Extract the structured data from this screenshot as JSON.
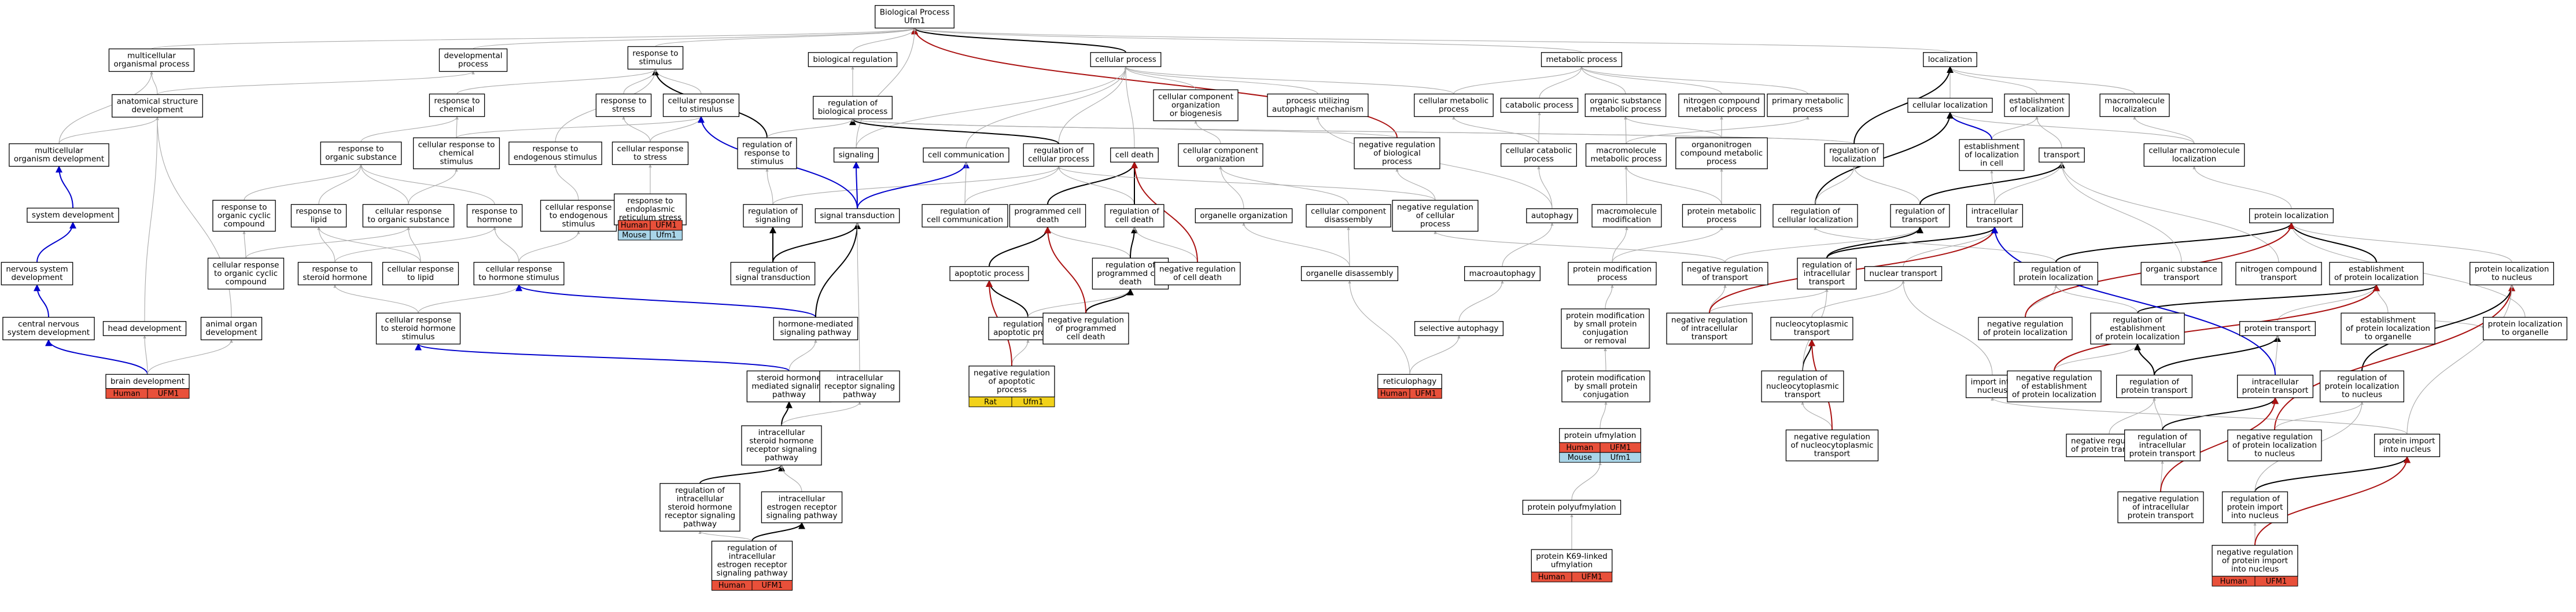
{
  "colors": {
    "node_border": "#000000",
    "edge_gray": "#aaaaaa",
    "edge_black": "#000000",
    "edge_blue": "#0000cc",
    "edge_red": "#aa1111",
    "human_bg": "#e8503a",
    "mouse_bg": "#a9d5e8",
    "rat_bg": "#f2d21a"
  },
  "nodes": [
    {
      "id": "bp",
      "lines": [
        "Biological Process",
        "Ufm1"
      ]
    },
    {
      "id": "mop",
      "lines": [
        "multicellular",
        "organismal process"
      ]
    },
    {
      "id": "devp",
      "lines": [
        "developmental",
        "process"
      ]
    },
    {
      "id": "rts",
      "lines": [
        "response to",
        "stimulus"
      ]
    },
    {
      "id": "bioreg",
      "lines": [
        "biological regulation"
      ]
    },
    {
      "id": "cellp",
      "lines": [
        "cellular process"
      ]
    },
    {
      "id": "metp",
      "lines": [
        "metabolic process"
      ]
    },
    {
      "id": "loc",
      "lines": [
        "localization"
      ]
    },
    {
      "id": "asd",
      "lines": [
        "anatomical structure",
        "development"
      ]
    },
    {
      "id": "rtc",
      "lines": [
        "response to",
        "chemical"
      ]
    },
    {
      "id": "rtstr",
      "lines": [
        "response to",
        "stress"
      ]
    },
    {
      "id": "crts",
      "lines": [
        "cellular response",
        "to stimulus"
      ]
    },
    {
      "id": "rrts",
      "lines": [
        "regulation of",
        "response to",
        "stimulus"
      ]
    },
    {
      "id": "rbp",
      "lines": [
        "regulation of",
        "biological process"
      ]
    },
    {
      "id": "ccob",
      "lines": [
        "cellular component",
        "organization",
        "or biogenesis"
      ]
    },
    {
      "id": "puam",
      "lines": [
        "process utilizing",
        "autophagic mechanism"
      ]
    },
    {
      "id": "cmp",
      "lines": [
        "cellular metabolic",
        "process"
      ]
    },
    {
      "id": "catp",
      "lines": [
        "catabolic process"
      ]
    },
    {
      "id": "osmp",
      "lines": [
        "organic substance",
        "metabolic process"
      ]
    },
    {
      "id": "ncmp",
      "lines": [
        "nitrogen compound",
        "metabolic process"
      ]
    },
    {
      "id": "pmp",
      "lines": [
        "primary metabolic",
        "process"
      ]
    },
    {
      "id": "cloc",
      "lines": [
        "cellular localization"
      ]
    },
    {
      "id": "eol",
      "lines": [
        "establishment",
        "of localization"
      ]
    },
    {
      "id": "mloc",
      "lines": [
        "macromolecule",
        "localization"
      ]
    },
    {
      "id": "mod",
      "lines": [
        "multicellular",
        "organism development"
      ]
    },
    {
      "id": "rtos",
      "lines": [
        "response to",
        "organic substance"
      ]
    },
    {
      "id": "crtc",
      "lines": [
        "cellular response to",
        "chemical",
        "stimulus"
      ]
    },
    {
      "id": "rtes",
      "lines": [
        "response to",
        "endogenous stimulus"
      ]
    },
    {
      "id": "crts2",
      "lines": [
        "cellular response",
        "to stress"
      ]
    },
    {
      "id": "sig",
      "lines": [
        "signaling"
      ]
    },
    {
      "id": "ccomm",
      "lines": [
        "cell communication"
      ]
    },
    {
      "id": "rcp",
      "lines": [
        "regulation of",
        "cellular process"
      ]
    },
    {
      "id": "cdeath",
      "lines": [
        "cell death"
      ]
    },
    {
      "id": "cco",
      "lines": [
        "cellular component",
        "organization"
      ]
    },
    {
      "id": "nrbp",
      "lines": [
        "negative regulation",
        "of biological",
        "process"
      ]
    },
    {
      "id": "ccp",
      "lines": [
        "cellular catabolic",
        "process"
      ]
    },
    {
      "id": "omcmp",
      "lines": [
        "organonitrogen",
        "compound metabolic",
        "process"
      ]
    },
    {
      "id": "mmp",
      "lines": [
        "macromolecule",
        "metabolic process"
      ]
    },
    {
      "id": "rol",
      "lines": [
        "regulation of",
        "localization"
      ]
    },
    {
      "id": "eolc",
      "lines": [
        "establishment",
        "of localization",
        "in cell"
      ]
    },
    {
      "id": "transport",
      "lines": [
        "transport"
      ]
    },
    {
      "id": "cml",
      "lines": [
        "cellular macromolecule",
        "localization"
      ]
    },
    {
      "id": "sd",
      "lines": [
        "system development"
      ]
    },
    {
      "id": "rtocc",
      "lines": [
        "response to",
        "organic cyclic",
        "compound"
      ]
    },
    {
      "id": "rtl",
      "lines": [
        "response to",
        "lipid"
      ]
    },
    {
      "id": "crtos",
      "lines": [
        "cellular response",
        "to organic substance"
      ]
    },
    {
      "id": "rth",
      "lines": [
        "response to",
        "hormone"
      ]
    },
    {
      "id": "crtes",
      "lines": [
        "cellular response",
        "to endogenous",
        "stimulus"
      ]
    },
    {
      "id": "rters",
      "lines": [
        "response to",
        "endoplasmic",
        "reticulum stress"
      ]
    },
    {
      "id": "ros",
      "lines": [
        "regulation of",
        "signaling"
      ]
    },
    {
      "id": "st",
      "lines": [
        "signal transduction"
      ]
    },
    {
      "id": "rocc",
      "lines": [
        "regulation of",
        "cell communication"
      ]
    },
    {
      "id": "pcd",
      "lines": [
        "programmed cell",
        "death"
      ]
    },
    {
      "id": "rocd",
      "lines": [
        "regulation of",
        "cell death"
      ]
    },
    {
      "id": "oo",
      "lines": [
        "organelle organization"
      ]
    },
    {
      "id": "ccd",
      "lines": [
        "cellular component",
        "disassembly"
      ]
    },
    {
      "id": "nrcp",
      "lines": [
        "negative regulation",
        "of cellular",
        "process"
      ]
    },
    {
      "id": "autophagy",
      "lines": [
        "autophagy"
      ]
    },
    {
      "id": "mmod",
      "lines": [
        "macromolecule",
        "modification"
      ]
    },
    {
      "id": "protmp",
      "lines": [
        "protein metabolic",
        "process"
      ]
    },
    {
      "id": "rcl",
      "lines": [
        "regulation of",
        "cellular localization"
      ]
    },
    {
      "id": "rot",
      "lines": [
        "regulation of",
        "transport"
      ]
    },
    {
      "id": "it",
      "lines": [
        "intracellular",
        "transport"
      ]
    },
    {
      "id": "protloc",
      "lines": [
        "protein localization"
      ]
    },
    {
      "id": "nsd",
      "lines": [
        "nervous system",
        "development"
      ]
    },
    {
      "id": "crtocc",
      "lines": [
        "cellular response",
        "to organic cyclic",
        "compound"
      ]
    },
    {
      "id": "rtsh",
      "lines": [
        "response to",
        "steroid hormone"
      ]
    },
    {
      "id": "crtl",
      "lines": [
        "cellular response",
        "to lipid"
      ]
    },
    {
      "id": "crth",
      "lines": [
        "cellular response",
        "to hormone stimulus"
      ]
    },
    {
      "id": "rost",
      "lines": [
        "regulation of",
        "signal transduction"
      ]
    },
    {
      "id": "ap",
      "lines": [
        "apoptotic process"
      ]
    },
    {
      "id": "ropcd",
      "lines": [
        "regulation of",
        "programmed cell",
        "death"
      ]
    },
    {
      "id": "nrocd",
      "lines": [
        "negative regulation",
        "of cell death"
      ]
    },
    {
      "id": "od",
      "lines": [
        "organelle disassembly"
      ]
    },
    {
      "id": "macroaut",
      "lines": [
        "macroautophagy"
      ]
    },
    {
      "id": "pmodp",
      "lines": [
        "protein modification",
        "process"
      ]
    },
    {
      "id": "nrot",
      "lines": [
        "negative regulation",
        "of transport"
      ]
    },
    {
      "id": "roit",
      "lines": [
        "regulation of",
        "intracellular",
        "transport"
      ]
    },
    {
      "id": "nt",
      "lines": [
        "nuclear transport"
      ]
    },
    {
      "id": "ropl",
      "lines": [
        "regulation of",
        "protein localization"
      ]
    },
    {
      "id": "ost",
      "lines": [
        "organic substance",
        "transport"
      ]
    },
    {
      "id": "nct",
      "lines": [
        "nitrogen compound",
        "transport"
      ]
    },
    {
      "id": "eopl",
      "lines": [
        "establishment",
        "of protein localization"
      ]
    },
    {
      "id": "pltn",
      "lines": [
        "protein localization",
        "to nucleus"
      ]
    },
    {
      "id": "pltorg",
      "lines": [
        "protein localization",
        "to organelle"
      ]
    },
    {
      "id": "cnsd",
      "lines": [
        "central nervous",
        "system development"
      ]
    },
    {
      "id": "hd",
      "lines": [
        "head development"
      ]
    },
    {
      "id": "aod",
      "lines": [
        "animal organ",
        "development"
      ]
    },
    {
      "id": "crtsh",
      "lines": [
        "cellular response",
        "to steroid hormone",
        "stimulus"
      ]
    },
    {
      "id": "hmsp",
      "lines": [
        "hormone-mediated",
        "signaling pathway"
      ]
    },
    {
      "id": "roap",
      "lines": [
        "regulation of",
        "apoptotic process"
      ]
    },
    {
      "id": "nropcd",
      "lines": [
        "negative regulation",
        "of programmed",
        "cell death"
      ]
    },
    {
      "id": "sa",
      "lines": [
        "selective autophagy"
      ]
    },
    {
      "id": "pmspc",
      "lines": [
        "protein modification",
        "by small protein",
        "conjugation",
        "or removal"
      ]
    },
    {
      "id": "nroit",
      "lines": [
        "negative regulation",
        "of intracellular",
        "transport"
      ]
    },
    {
      "id": "ncyt",
      "lines": [
        "nucleocytoplasmic",
        "transport"
      ]
    },
    {
      "id": "nropl",
      "lines": [
        "negative regulation",
        "of protein localization"
      ]
    },
    {
      "id": "roeopl",
      "lines": [
        "regulation of",
        "establishment",
        "of protein localization"
      ]
    },
    {
      "id": "pt",
      "lines": [
        "protein transport"
      ]
    },
    {
      "id": "eopltorg",
      "lines": [
        "establishment",
        "of protein localization",
        "to organelle"
      ]
    },
    {
      "id": "bd",
      "lines": [
        "brain development"
      ],
      "species": [
        [
          "Human",
          "UFM1"
        ]
      ]
    },
    {
      "id": "shmsp",
      "lines": [
        "steroid hormone",
        "mediated signaling",
        "pathway"
      ]
    },
    {
      "id": "irsp",
      "lines": [
        "intracellular",
        "receptor signaling",
        "pathway"
      ]
    },
    {
      "id": "nroap",
      "lines": [
        "negative regulation",
        "of apoptotic",
        "process"
      ],
      "species": [
        [
          "Rat",
          "Ufm1"
        ]
      ]
    },
    {
      "id": "reticulophagy",
      "lines": [
        "reticulophagy"
      ],
      "species": [
        [
          "Human",
          "UFM1"
        ]
      ]
    },
    {
      "id": "pmspconj",
      "lines": [
        "protein modification",
        "by small protein",
        "conjugation"
      ]
    },
    {
      "id": "roncyt",
      "lines": [
        "regulation of",
        "nucleocytoplasmic",
        "transport"
      ]
    },
    {
      "id": "iin",
      "lines": [
        "import into",
        "nucleus"
      ]
    },
    {
      "id": "nroeopl",
      "lines": [
        "negative regulation",
        "of establishment",
        "of protein localization"
      ]
    },
    {
      "id": "ropt",
      "lines": [
        "regulation of",
        "protein transport"
      ]
    },
    {
      "id": "ipt",
      "lines": [
        "intracellular",
        "protein transport"
      ]
    },
    {
      "id": "roplttn",
      "lines": [
        "regulation of",
        "protein localization",
        "to nucleus"
      ]
    },
    {
      "id": "isshrsp",
      "lines": [
        "intracellular",
        "steroid hormone",
        "receptor signaling",
        "pathway"
      ]
    },
    {
      "id": "nroncyt",
      "lines": [
        "negative regulation",
        "of nucleocytoplasmic",
        "transport"
      ]
    },
    {
      "id": "nropt",
      "lines": [
        "negative regulation",
        "of protein transport"
      ]
    },
    {
      "id": "roipt",
      "lines": [
        "regulation of",
        "intracellular",
        "protein transport"
      ]
    },
    {
      "id": "nropltn",
      "lines": [
        "negative regulation",
        "of protein localization",
        "to nucleus"
      ]
    },
    {
      "id": "pin",
      "lines": [
        "protein import",
        "into nucleus"
      ]
    },
    {
      "id": "pu",
      "lines": [
        "protein ufmylation"
      ],
      "species": [
        [
          "Human",
          "UFM1"
        ],
        [
          "Mouse",
          "Ufm1"
        ]
      ]
    },
    {
      "id": "roisshrsp",
      "lines": [
        "regulation of",
        "intracellular",
        "steroid hormone",
        "receptor signaling",
        "pathway"
      ]
    },
    {
      "id": "iersp",
      "lines": [
        "intracellular",
        "estrogen receptor",
        "signaling pathway"
      ]
    },
    {
      "id": "nroipt",
      "lines": [
        "negative regulation",
        "of intracellular",
        "protein transport"
      ]
    },
    {
      "id": "ropin",
      "lines": [
        "regulation of",
        "protein import",
        "into nucleus"
      ]
    },
    {
      "id": "ppu",
      "lines": [
        "protein polyufmylation"
      ]
    },
    {
      "id": "roiersp",
      "lines": [
        "regulation of",
        "intracellular",
        "estrogen receptor",
        "signaling pathway"
      ],
      "species": [
        [
          "Human",
          "UFM1"
        ]
      ]
    },
    {
      "id": "pk69u",
      "lines": [
        "protein K69-linked",
        "ufmylation"
      ],
      "species": [
        [
          "Human",
          "UFM1"
        ]
      ]
    },
    {
      "id": "nropin",
      "lines": [
        "negative regulation",
        "of protein import",
        "into nucleus"
      ],
      "species": [
        [
          "Human",
          "UFM1"
        ]
      ]
    },
    {
      "id": "rters_sp",
      "lines": [],
      "species": [
        [
          "Human",
          "UFM1"
        ],
        [
          "Mouse",
          "Ufm1"
        ]
      ]
    }
  ]
}
